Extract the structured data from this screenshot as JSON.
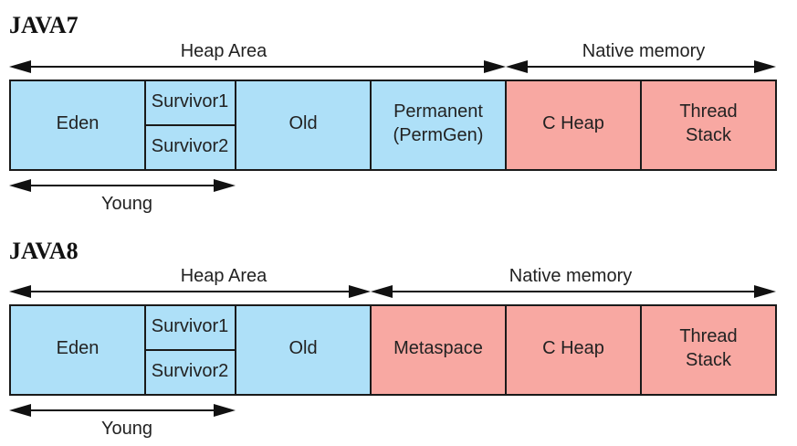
{
  "colors": {
    "heap": "#aee0f8",
    "native": "#f8a8a2"
  },
  "java7": {
    "title": "JAVA7",
    "heap_area_label": "Heap Area",
    "native_memory_label": "Native memory",
    "young_label": "Young",
    "eden": "Eden",
    "survivor1": "Survivor1",
    "survivor2": "Survivor2",
    "old": "Old",
    "permanent_line1": "Permanent",
    "permanent_line2": "(PermGen)",
    "c_heap": "C Heap",
    "thread_line1": "Thread",
    "thread_line2": "Stack"
  },
  "java8": {
    "title": "JAVA8",
    "heap_area_label": "Heap Area",
    "native_memory_label": "Native memory",
    "young_label": "Young",
    "eden": "Eden",
    "survivor1": "Survivor1",
    "survivor2": "Survivor2",
    "old": "Old",
    "metaspace": "Metaspace",
    "c_heap": "C Heap",
    "thread_line1": "Thread",
    "thread_line2": "Stack"
  }
}
